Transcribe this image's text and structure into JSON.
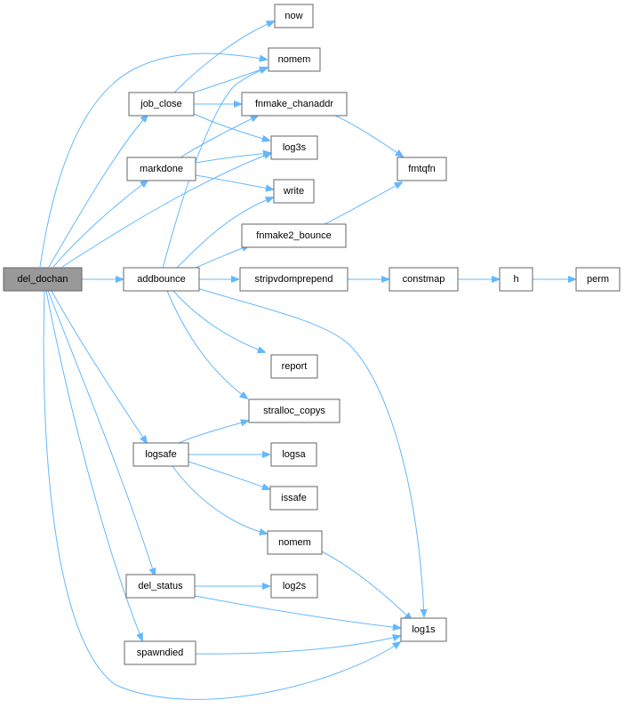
{
  "graph": {
    "edge_color": "#63b8ff",
    "node_border_color": "#666666",
    "root_fill_color": "#999999",
    "nodes": {
      "del_dochan": "del_dochan",
      "job_close": "job_close",
      "markdone": "markdone",
      "addbounce": "addbounce",
      "logsafe": "logsafe",
      "del_status": "del_status",
      "spawndied": "spawndied",
      "now": "now",
      "nomem_top": "nomem",
      "fnmake_chanaddr": "fnmake_chanaddr",
      "log3s": "log3s",
      "write": "write",
      "fnmake2_bounce": "fnmake2_bounce",
      "fmtqfn": "fmtqfn",
      "stripvdomprepend": "stripvdomprepend",
      "constmap": "constmap",
      "h": "h",
      "perm": "perm",
      "report": "report",
      "stralloc_copys": "stralloc_copys",
      "logsa": "logsa",
      "issafe": "issafe",
      "nomem_bottom": "nomem",
      "log2s": "log2s",
      "log1s": "log1s"
    }
  }
}
